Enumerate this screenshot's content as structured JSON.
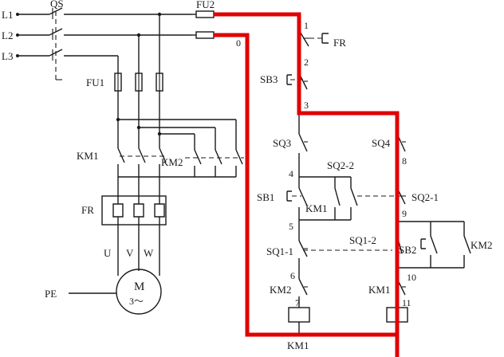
{
  "diagram": {
    "supply": {
      "l1": "L1",
      "l2": "L2",
      "l3": "L3",
      "switch": "QS",
      "pe": "PE"
    },
    "fuses": {
      "power": "FU1",
      "control": "FU2"
    },
    "contactors": {
      "main": "KM1",
      "reverse": "KM2"
    },
    "overload": "FR",
    "motor": {
      "symbol": "M",
      "phase": "3～",
      "u": "U",
      "v": "V",
      "w": "W"
    },
    "switches": {
      "stop": "SB3",
      "forward_start": "SB1",
      "reverse_start": "SB2",
      "sq1_1": "SQ1-1",
      "sq1_2": "SQ1-2",
      "sq2_1": "SQ2-1",
      "sq2_2": "SQ2-2",
      "sq3": "SQ3",
      "sq4": "SQ4"
    },
    "nodes": [
      "0",
      "1",
      "2",
      "3",
      "4",
      "5",
      "6",
      "7",
      "8",
      "9",
      "10",
      "11"
    ],
    "highlight_color": "#e00000"
  }
}
